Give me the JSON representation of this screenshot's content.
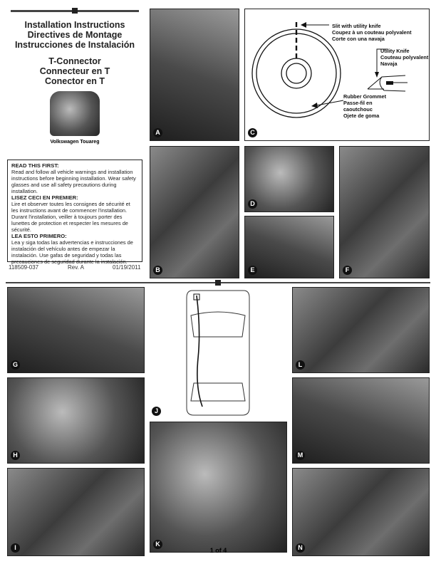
{
  "header": {
    "titles": [
      "Installation Instructions",
      "Directives de Montage",
      "Instrucciones de Instalación"
    ],
    "product": [
      "T-Connector",
      "Connecteur en T",
      "Conector en T"
    ],
    "vehicle": "Volkswagen Touareg"
  },
  "warning": {
    "en_title": "READ THIS FIRST:",
    "en_text": "Read and follow all vehicle warnings and installation instructions before beginning installation. Wear safety glasses and use all safety precautions during installation.",
    "fr_title": "LISEZ CECI EN PREMIER:",
    "fr_text": "Lire et observer toutes les consignes de sécurité et les instructions avant de commencer l'installation. Durant l'installation, veiller à toujours porter des lunettes de protection et respecter les mesures de sécurité.",
    "es_title": "LEA ESTO PRIMERO:",
    "es_text": "Lea y siga todas las advertencias e instrucciones de instalación del vehículo antes de empezar la instalación. Use gafas de seguridad y todas las precauciones de seguridad durante la instalación."
  },
  "footer": {
    "part": "118509-037",
    "rev": "Rev. A",
    "date": "01/19/2011",
    "page": "1 of 4"
  },
  "diagram_c": {
    "slit": [
      "Slit with utility knife",
      "Coupez à un couteau polyvalent",
      "Corte con una navaja"
    ],
    "knife": [
      "Utility Knife",
      "Couteau polyvalent",
      "Navaja"
    ],
    "grommet": [
      "Rubber Grommet",
      "Passe-fil en caoutchouc",
      "Ojete de goma"
    ]
  },
  "labels": {
    "a": "A",
    "b": "B",
    "c": "C",
    "d": "D",
    "e": "E",
    "f": "F",
    "g": "G",
    "h": "H",
    "i": "I",
    "j": "J",
    "k": "K",
    "l": "L",
    "m": "M",
    "n": "N"
  }
}
